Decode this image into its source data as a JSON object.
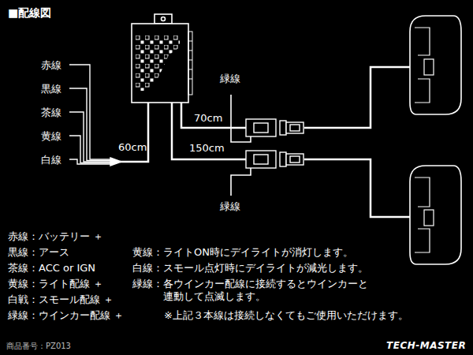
{
  "diagram": {
    "title": "■配線図",
    "labels": [
      "赤線",
      "黒線",
      "茶線",
      "黄線",
      "白線",
      "60cm",
      "70cm",
      "150cm",
      "緑線",
      "緑線",
      "赤線：バッテリー ＋",
      "黒線：アース",
      "茶線：ACC or IGN",
      "黄線：ライト配線 ＋",
      "白戦：スモール配線 ＋",
      "緑線：ウインカー配線 ＋",
      "黄線：ライトON時にデイライトが消灯します。",
      "白線：スモール点灯時にデイライトが減光します。",
      "緑線：各ウインカー配線に接続するとウインカーと 連動して点滅します。",
      "※上記３本線は接続しなくてもご使用いただけます。",
      "商品番号：PZ013",
      "TECH-MASTER"
    ]
  }
}
